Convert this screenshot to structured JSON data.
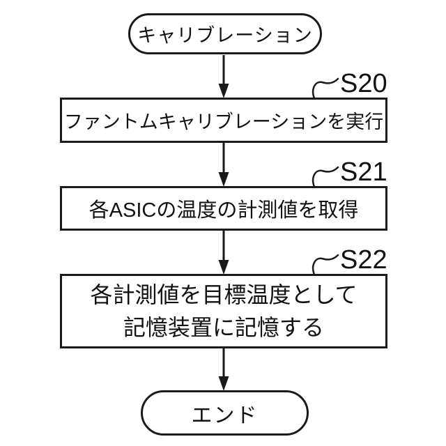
{
  "figure": {
    "type": "flowchart",
    "language": "ja",
    "background_color": "#ffffff",
    "ink_color": "#1a1a1a"
  },
  "flowchart": {
    "start": {
      "shape": "terminal",
      "label": "キャリブレーション"
    },
    "steps": [
      {
        "id": "S20",
        "shape": "process",
        "lines": [
          "ファントムキャリブレーションを実行"
        ]
      },
      {
        "id": "S21",
        "shape": "process",
        "lines": [
          "各ASICの温度の計測値を取得"
        ]
      },
      {
        "id": "S22",
        "shape": "process",
        "lines": [
          "各計測値を目標温度として",
          "記憶装置に記憶する"
        ]
      }
    ],
    "end": {
      "shape": "terminal",
      "label": "エンド"
    }
  }
}
